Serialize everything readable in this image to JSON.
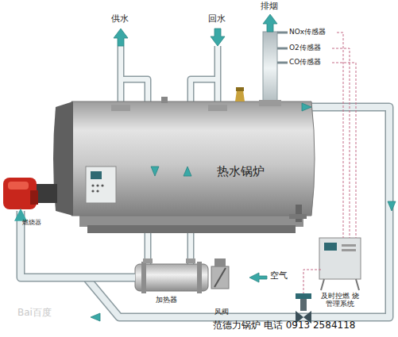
{
  "diagram": {
    "nodes": [
      {
        "text": [
          "热水锅炉"
        ]
      },
      {
        "text": [
          "燃烧器"
        ]
      },
      {
        "text": [
          "加热器"
        ]
      },
      {
        "text": [
          "风阀"
        ]
      },
      {
        "text": [
          "及时控燃 烧管理系统"
        ]
      }
    ],
    "edges": [
      {
        "from": 2,
        "to": 1,
        "arrow": "to"
      }
    ],
    "labels": [
      "供水",
      "回水",
      "排烟",
      "NOx传感器",
      "O2传感器",
      "CO传感器",
      "空气",
      "范德力锅炉 电话 0913 2584118",
      "Bai百度"
    ]
  }
}
